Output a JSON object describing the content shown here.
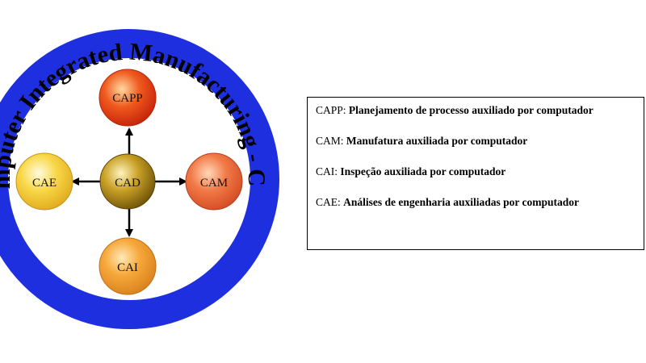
{
  "ring": {
    "text": "Computer Integrated Manufacturing - CIM",
    "color": "#1e2fe0"
  },
  "nodes": {
    "center": {
      "label": "CAD",
      "color": "#9a7a12"
    },
    "top": {
      "label": "CAPP",
      "color": "#e33a10"
    },
    "right": {
      "label": "CAM",
      "color": "#ef6a3c"
    },
    "bottom": {
      "label": "CAI",
      "color": "#f4a030"
    },
    "left": {
      "label": "CAE",
      "color": "#f6cf32"
    }
  },
  "legend": [
    {
      "abbr": "CAPP:",
      "desc": "Planejamento de processo auxiliado por computador"
    },
    {
      "abbr": "CAM:",
      "desc": "Manufatura auxiliada por computador"
    },
    {
      "abbr": "CAI:",
      "desc": "Inspeção auxiliada por computador"
    },
    {
      "abbr": "CAE:",
      "desc": "Análises de engenharia auxiliadas por computador"
    }
  ]
}
